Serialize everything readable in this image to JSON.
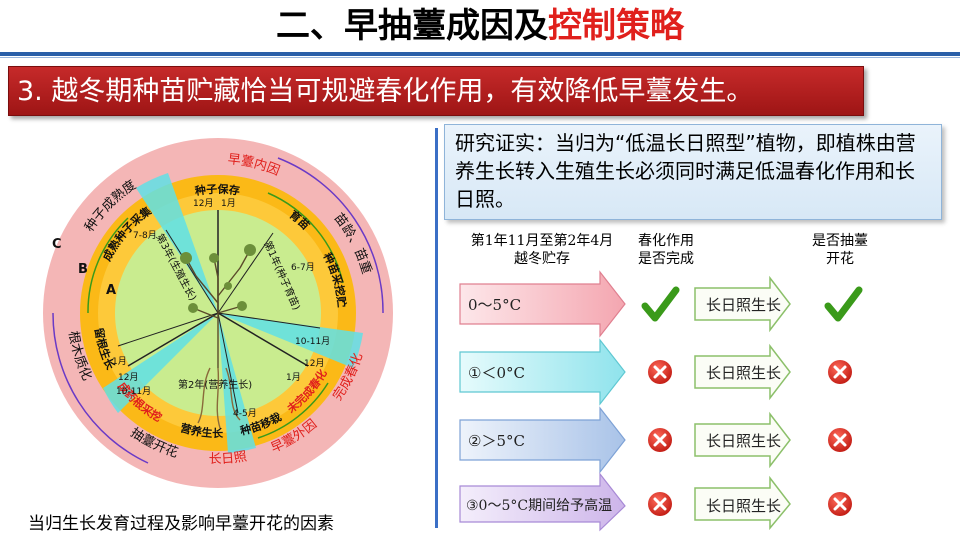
{
  "title": {
    "part1": "二、早抽薹成因及",
    "part2": "控制策略"
  },
  "banner": "3. 越冬期种苗贮藏恰当可规避春化作用，有效降低早薹发生。",
  "caption": "当归生长发育过程及影响早薹开花的因素",
  "info_text": "研究证实：当归为“低温长日照型”植物，即植株由营养生长转入生殖生长必须同时满足低温春化作用和长日照。",
  "columns": {
    "storage_line1": "第1年11月至第2年4月",
    "storage_line2": "越冬贮存",
    "vern_line1": "春化作用",
    "vern_line2": "是否完成",
    "bolt_line1": "是否抽薹",
    "bolt_line2": "开花"
  },
  "rows": [
    {
      "label": "0～5°C",
      "photoperiod": "长日照生长",
      "vernalized": "check",
      "bolting": "check"
    },
    {
      "label": "①＜0°C",
      "photoperiod": "长日照生长",
      "vernalized": "cross",
      "bolting": "cross"
    },
    {
      "label": "②＞5°C",
      "photoperiod": "长日照生长",
      "vernalized": "cross",
      "bolting": "cross"
    },
    {
      "label": "③0～5°C期间给予高温",
      "photoperiod": "长日照生长",
      "vernalized": "cross",
      "bolting": "cross"
    }
  ],
  "diagram": {
    "ring_c_letter": "C",
    "ring_b_letter": "B",
    "ring_a_letter": "A",
    "outer_labels": {
      "seed_maturity": "种子成熟度",
      "early_bolt_internal": "早薹内因",
      "seedling_age": "苗龄、苗重",
      "complete_vernalization": "完成春化",
      "early_bolt_external": "早薹外因",
      "long_day": "长日照",
      "bolt_flower": "抽薹开花",
      "root_lignify": "根木质化"
    },
    "middle_labels": {
      "mature_seed_collect": "成熟种子采集",
      "seed_storage": "种子保存",
      "raise_seedling": "育苗",
      "seedling_harvest_store": "种苗采挖贮存",
      "incomplete_vernalization": "未完成春化",
      "seedling_transplant": "种苗移栽",
      "vegetative_growth": "营养生长",
      "mature_root_harvest": "成药根采挖",
      "root_growth": "留根生长"
    },
    "inner_labels": {
      "year3": "第3年(生殖生长)",
      "year1": "第1年(种子育苗)",
      "year2": "第2年(营养生长)"
    },
    "months": {
      "m12_top": "12月",
      "m1_top": "1月",
      "m78": "7-8月",
      "m67": "6-7月",
      "m1011_right": "10-11月",
      "m12_right": "12月",
      "m1_right": "1月",
      "m45": "4-5月",
      "m1_left": "1月",
      "m12_left": "12月",
      "m1011_left": "10-11月"
    }
  },
  "colors": {
    "accent_red": "#e0201c",
    "banner_red": "#b32020",
    "rule_blue": "#2a5fa8",
    "outer_ring": "#f4b6b6",
    "middle_ring": "#fbb917",
    "inner_disc": "#c9ec8f",
    "check_green": "#3a9a1a",
    "cross_red": "#d8281c"
  }
}
